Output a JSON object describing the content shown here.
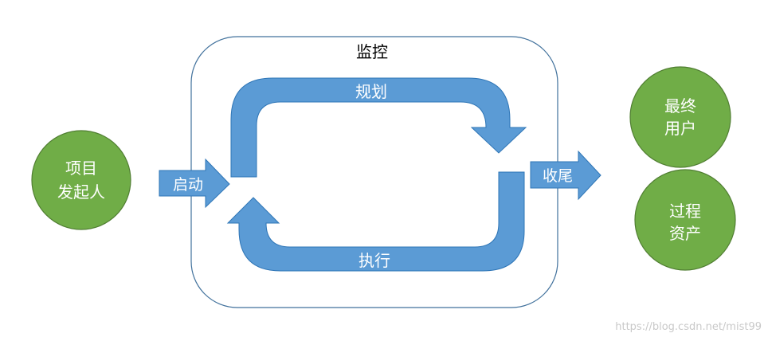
{
  "monitor_label": "监控",
  "plan_label": "规划",
  "execute_label": "执行",
  "start_label": "启动",
  "close_label": "收尾",
  "sponsor": {
    "line1": "项目",
    "line2": "发起人"
  },
  "end_user": {
    "line1": "最终",
    "line2": "用户"
  },
  "process_assets": {
    "line1": "过程",
    "line2": "资产"
  },
  "watermark": "https://blog.csdn.net/mist99",
  "colors": {
    "arrow_fill": "#5b9bd5",
    "arrow_stroke": "#2e75b6",
    "circle_fill": "#70ad47",
    "circle_stroke": "#507e32",
    "frame_stroke": "#41719c"
  }
}
